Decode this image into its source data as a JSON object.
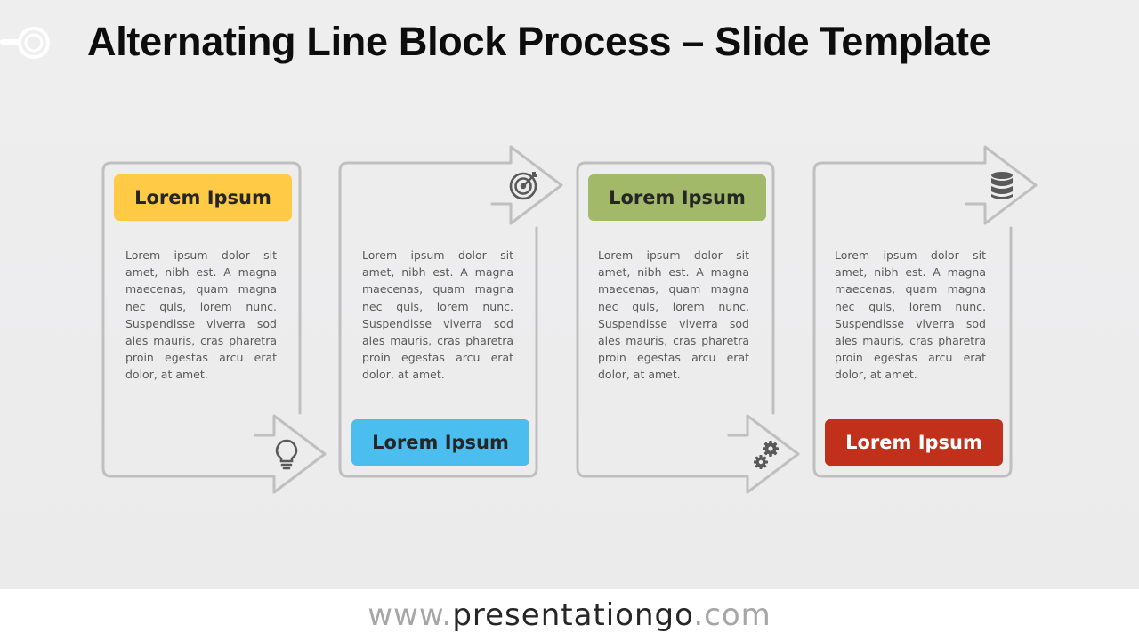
{
  "slide": {
    "title": "Alternating Line Block Process – Slide Template"
  },
  "steps": [
    {
      "label": "Lorem Ipsum",
      "label_color": "#FFCB47",
      "label_text_color": "#262626",
      "label_position": "top",
      "text": "Lorem ipsum dolor sit amet, nibh est. A magna maecenas, quam magna nec quis, lorem nunc. Suspendisse viverra sod ales mauris, cras pharetra proin egestas arcu erat dolor, at amet.",
      "icon": "lightbulb-icon"
    },
    {
      "label": "Lorem Ipsum",
      "label_color": "#4BBDEF",
      "label_text_color": "#262626",
      "label_position": "bottom",
      "text": "Lorem ipsum dolor sit amet, nibh est. A magna maecenas, quam magna nec quis, lorem nunc. Suspendisse viverra sod ales mauris, cras pharetra proin egestas arcu erat dolor, at amet.",
      "icon": "target-icon"
    },
    {
      "label": "Lorem Ipsum",
      "label_color": "#A3B96A",
      "label_text_color": "#262626",
      "label_position": "top",
      "text": "Lorem ipsum dolor sit amet, nibh est. A magna maecenas, quam magna nec quis, lorem nunc. Suspendisse viverra sod ales mauris, cras pharetra proin egestas arcu erat dolor, at amet.",
      "icon": "gears-icon"
    },
    {
      "label": "Lorem Ipsum",
      "label_color": "#C0301A",
      "label_text_color": "#ffffff",
      "label_position": "bottom",
      "text": "Lorem ipsum dolor sit amet, nibh est. A magna maecenas, quam magna nec quis, lorem nunc. Suspendisse viverra sod ales mauris, cras pharetra proin egestas arcu erat dolor, at amet.",
      "icon": "database-icon"
    }
  ],
  "colors": {
    "outline": "#BFBFBF",
    "icon": "#595959"
  },
  "footer": {
    "prefix": "www.",
    "brand": "presentationgo",
    "suffix": ".com"
  }
}
